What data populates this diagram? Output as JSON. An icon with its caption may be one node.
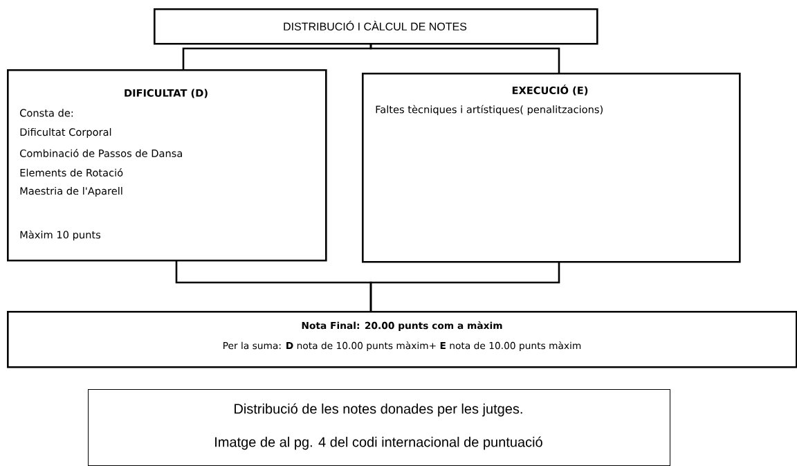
{
  "diagram": {
    "nodes": [
      {
        "text": [
          "DISTRIBUCIÓ I CÀLCUL DE NOTES"
        ]
      },
      {
        "text": [
          "DIFICULTAT (D)",
          "Consta de:",
          "Dificultat Corporal",
          "Combinació de Passos de Dansa",
          "Elements de Rotació",
          "Maestria de l'Aparell",
          "Màxim 10 punts"
        ]
      },
      {
        "text": [
          "EXECUCIÓ (E)",
          "Faltes tècniques i artístiques( penalitzacions)"
        ]
      },
      {
        "text": [
          "Nota Final: 20.00 punts com a màxim",
          "Per la suma: **D** nota de 10.00 punts màxim+ **E** nota de 10.00 punts màxim"
        ]
      },
      {
        "text": [
          "Distribució de les notes donades per les jutges.",
          "Imatge de al pg. 4 del codi internacional de puntuació"
        ]
      }
    ],
    "edges": [
      {
        "from": 0,
        "to": 1,
        "arrow": "none"
      },
      {
        "from": 0,
        "to": 2,
        "arrow": "none"
      },
      {
        "from": 1,
        "to": 3,
        "arrow": "none"
      },
      {
        "from": 2,
        "to": 3,
        "arrow": "none"
      }
    ]
  }
}
